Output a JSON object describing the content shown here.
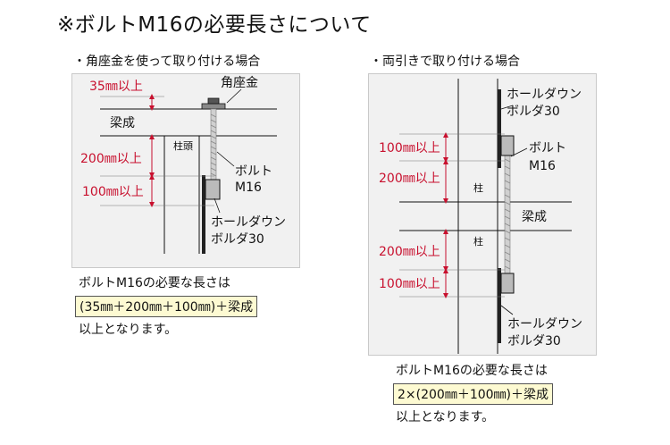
{
  "title": "※ボルトM16の必要長さについて",
  "left": {
    "heading": "・角座金を使って取り付ける場合",
    "dim_35": "35㎜以上",
    "dim_200": "200㎜以上",
    "dim_100": "100㎜以上",
    "beam": "梁成",
    "column_head": "柱頭",
    "washer": "角座金",
    "bolt_line1": "ボルト",
    "bolt_line2": "M16",
    "holdown_line1": "ホールダウン",
    "holdown_line2": "ボルダ30",
    "note_line1": "ボルトM16の必要な長さは",
    "formula": "(35㎜＋200㎜＋100㎜)＋梁成",
    "note_line2": "以上となります。"
  },
  "right": {
    "heading": "・両引きで取り付ける場合",
    "holdown_top_line1": "ホールダウン",
    "holdown_top_line2": "ボルダ30",
    "bolt_line1": "ボルト",
    "bolt_line2": "M16",
    "dim_100_top": "100㎜以上",
    "dim_200_top": "200㎜以上",
    "column_top": "柱",
    "beam": "梁成",
    "dim_200_bottom": "200㎜以上",
    "column_bottom": "柱",
    "dim_100_bottom": "100㎜以上",
    "holdown_bottom_line1": "ホールダウン",
    "holdown_bottom_line2": "ボルダ30",
    "note_line1": "ボルトM16の必要な長さは",
    "formula": "2×(200㎜＋100㎜)＋梁成",
    "note_line2": "以上となります。"
  },
  "colors": {
    "dimension": "#c8102e",
    "panel": "#f1f1f1",
    "formula_bg": "#fdfad2"
  }
}
